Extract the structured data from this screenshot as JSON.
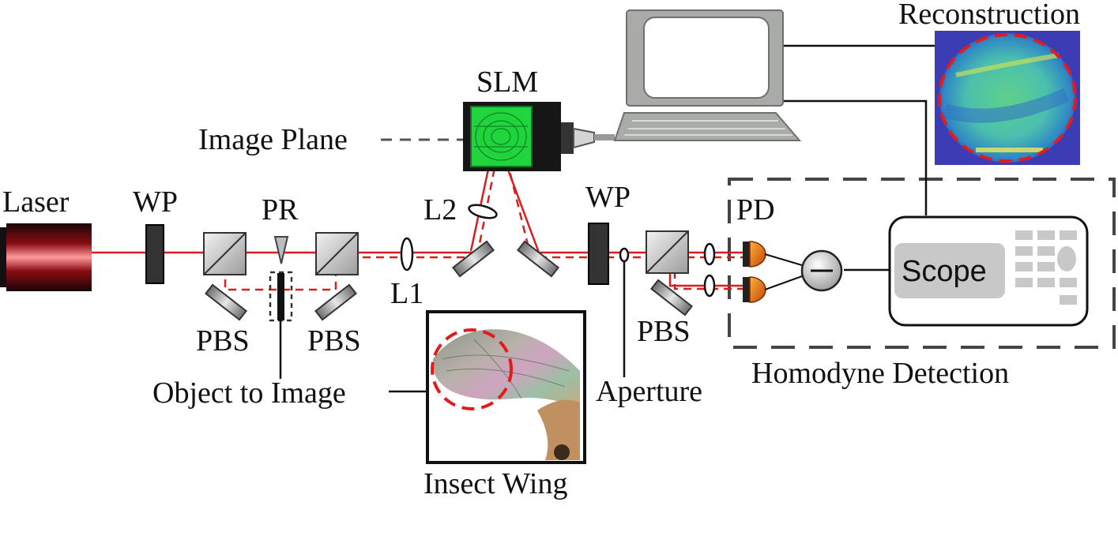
{
  "labels": {
    "laser": "Laser",
    "wp1": "WP",
    "pr": "PR",
    "pbs1": "PBS",
    "pbs2": "PBS",
    "object": "Object to Image",
    "l1": "L1",
    "l2": "L2",
    "image_plane": "Image Plane",
    "slm": "SLM",
    "wp2": "WP",
    "aperture": "Aperture",
    "pbs3": "PBS",
    "pd": "PD",
    "scope": "Scope",
    "homodyne": "Homodyne Detection",
    "reconstruction": "Reconstruction",
    "insect_wing": "Insect Wing",
    "minus": "—"
  },
  "colors": {
    "beam": "#d81e1e",
    "laser_glow": "#c4141c",
    "slm_screen": "#1fd43c",
    "pd_body": "#e36a0a",
    "computer": "#a9aba8",
    "recon_bg": "#3c3cb4"
  }
}
